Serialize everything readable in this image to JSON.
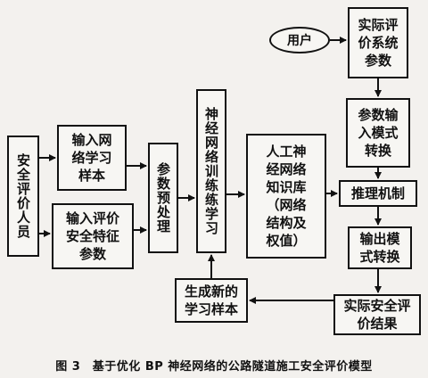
{
  "nodes": {
    "safety_evaluator": "安全评价人员",
    "input_network_samples": "输入网\n络学习\n样本",
    "input_safety_features": "输入评价\n安全特征\n参数",
    "preprocessing": "参数预处理",
    "nn_training": "神经网络训练练学习",
    "ai_knowledge_base": "人工神\n经网络\n知识库\n（网络\n结构及\n权值）",
    "user": "用户",
    "actual_eval_params": "实际评\n价系统\n参数",
    "param_input_conversion": "参数输\n入模式\n转换",
    "inference": "推理机制",
    "output_conversion": "输出模\n式转换",
    "actual_safety_result": "实际安全评\n价结果",
    "new_samples": "生成新的\n学习样本"
  },
  "caption": "图 3　基于优化 BP 神经网络的公路隧道施工安全评价模型"
}
